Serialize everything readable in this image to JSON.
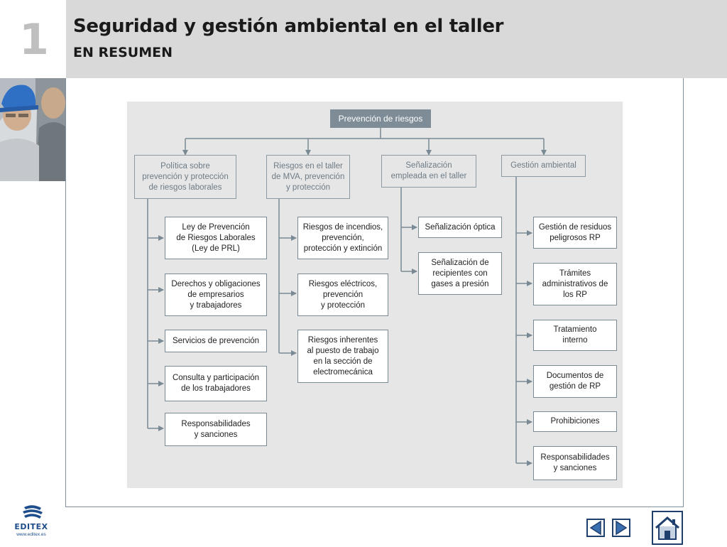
{
  "header": {
    "chapter_number": "1",
    "title": "Seguridad y gestión ambiental en el taller",
    "subtitle": "EN RESUMEN"
  },
  "diagram": {
    "root": "Prevención de riesgos",
    "categories": [
      "Política sobre\nprevención y protección\nde riesgos laborales",
      "Riesgos en el taller\nde MVA, prevención\ny protección",
      "Señalización\nempleada en el taller",
      "Gestión ambiental"
    ],
    "col1": [
      "Ley de Prevención\nde Riesgos Laborales\n(Ley de PRL)",
      "Derechos y obligaciones\nde empresarios\ny trabajadores",
      "Servicios de prevención",
      "Consulta y participación\nde los trabajadores",
      "Responsabilidades\ny sanciones"
    ],
    "col2": [
      "Riesgos de incendios,\nprevención,\nprotección y extinción",
      "Riesgos eléctricos,\nprevención\ny protección",
      "Riesgos inherentes\nal puesto de trabajo\nen la sección de\nelectromecánica"
    ],
    "col3": [
      "Señalización óptica",
      "Señalización de\nrecipientes con\ngases a presión"
    ],
    "col4": [
      "Gestión de residuos\npeligrosos RP",
      "Trámites\nadministrativos de\nlos RP",
      "Tratamiento\ninterno",
      "Documentos de\ngestión de RP",
      "Prohibiciones",
      "Responsabilidades\ny sanciones"
    ]
  },
  "footer": {
    "logo_text": "EDITEX",
    "logo_url": "www.editex.es"
  },
  "icons": {
    "prev": "prev-arrow-icon",
    "next": "next-arrow-icon",
    "home": "home-icon"
  },
  "colors": {
    "nav_border": "#1f3f6e",
    "nav_fill": "#3a6fb0",
    "diagram_line": "#7a8a94"
  }
}
